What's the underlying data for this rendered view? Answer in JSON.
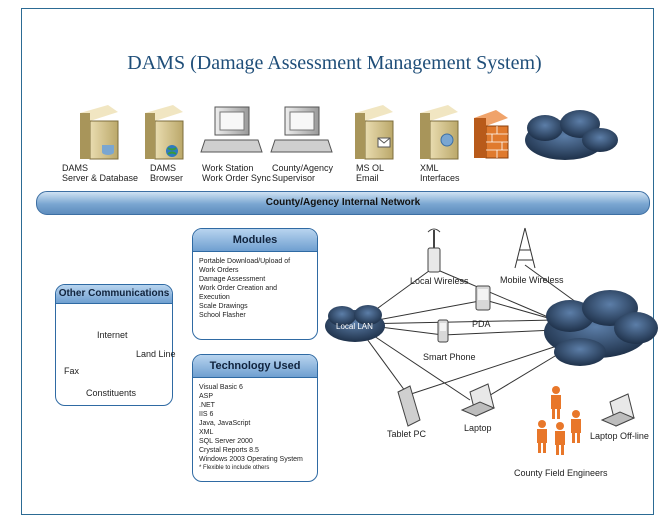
{
  "title": "DAMS (Damage Assessment Management System)",
  "network_bar": {
    "label": "County/Agency Internal Network"
  },
  "top_devices": [
    {
      "label": "DAMS\nServer & Database",
      "icon": "server-database-icon"
    },
    {
      "label": "DAMS\nBrowser",
      "icon": "server-browser-icon"
    },
    {
      "label": "Work Station\nWork Order Sync",
      "icon": "workstation-icon"
    },
    {
      "label": "County/Agency\nSupervisor",
      "icon": "workstation-icon"
    },
    {
      "label": "MS OL\nEmail",
      "icon": "mail-server-icon"
    },
    {
      "label": "XML\nInterfaces",
      "icon": "server-icon"
    }
  ],
  "modules": {
    "title": "Modules",
    "items": [
      "Portable Download/Upload of",
      "Work Orders",
      "Damage Assessment",
      "Work Order Creation and",
      "Execution",
      "Scale Drawings",
      "School Flasher"
    ]
  },
  "technology": {
    "title": "Technology Used",
    "items": [
      "Visual Basic 6",
      "ASP",
      ".NET",
      "IIS 6",
      "Java, JavaScript",
      "XML",
      "SQL Server 2000",
      "Crystal Reports 8.5",
      "Windows 2003 Operating System",
      "* Flexible to include others"
    ]
  },
  "other_comms": {
    "title": "Other Communications",
    "internet": "Internet",
    "land_line": "Land Line",
    "fax": "Fax",
    "constituents": "Constituents"
  },
  "wireless": {
    "local_lan": "Local LAN",
    "local_wireless": "Local Wireless",
    "mobile_wireless": "Mobile Wireless",
    "pda": "PDA",
    "smart_phone": "Smart Phone",
    "tablet_pc": "Tablet PC",
    "laptop": "Laptop",
    "laptop_offline": "Laptop Off-line",
    "field_engineers": "County Field Engineers"
  },
  "colors": {
    "title": "#1f4e79",
    "cloud": "#1b2f48",
    "firewall": "#e07a2e",
    "engineers": "#e8772a",
    "panel_border": "#2f6aa3"
  }
}
